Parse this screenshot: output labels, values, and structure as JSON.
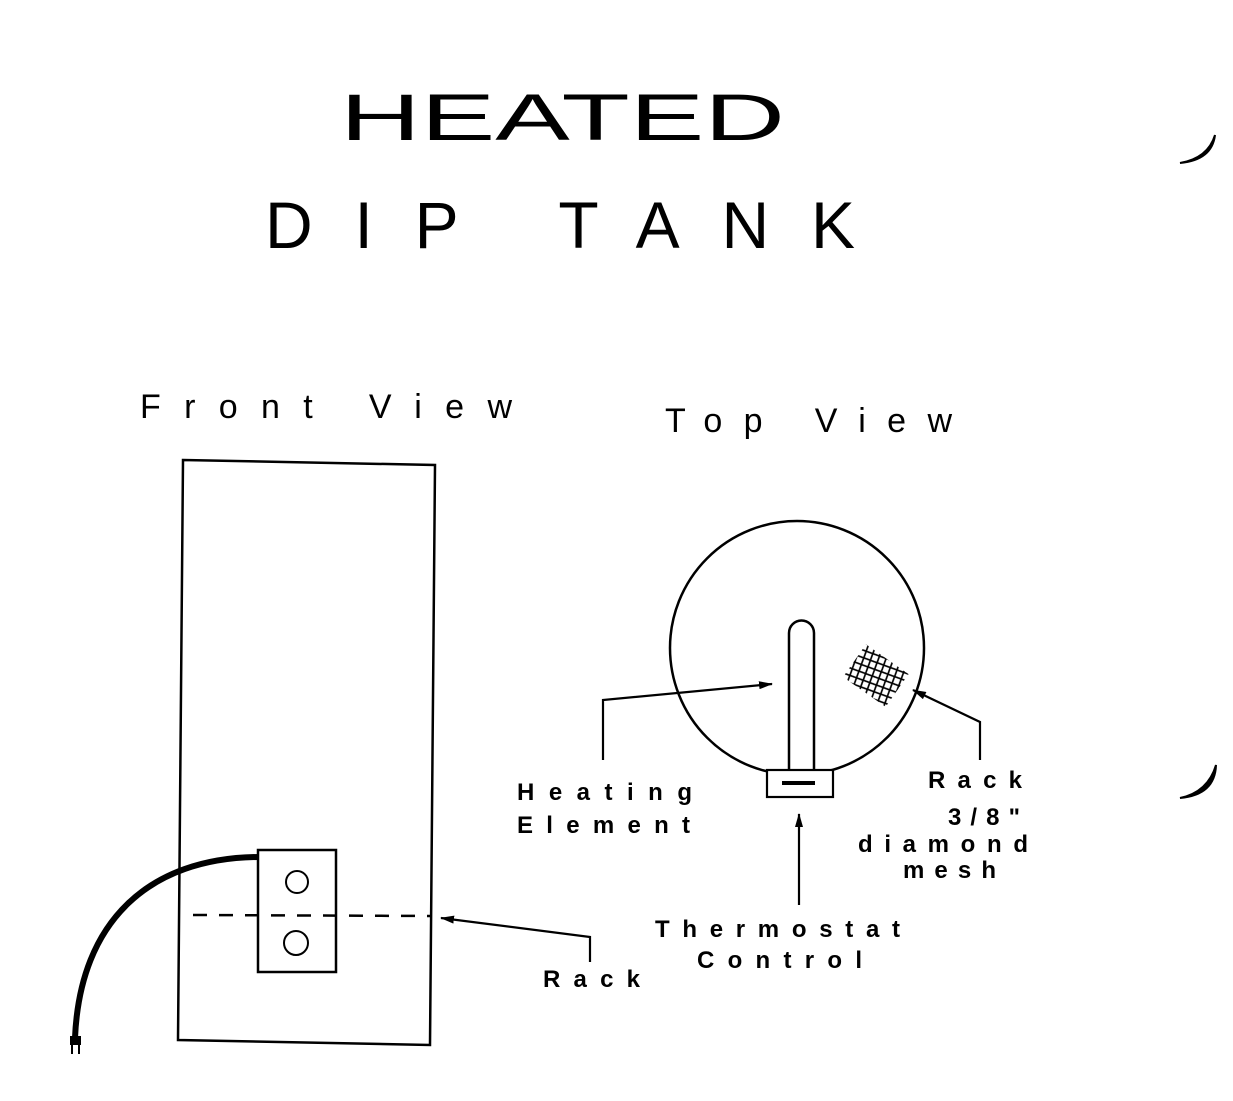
{
  "title": {
    "line1": "HEATED",
    "line2": "DIP TANK"
  },
  "front_view": {
    "heading": "Front View",
    "rack_label": "Rack"
  },
  "top_view": {
    "heading": "Top View",
    "heating_element_label": [
      "Heating",
      "Element"
    ],
    "thermostat_label": [
      "Thermostat",
      "Control"
    ],
    "rack_label": [
      "Rack",
      "3/8\"",
      "diamond",
      "mesh"
    ]
  },
  "colors": {
    "ink": "#000000",
    "paper": "#ffffff"
  }
}
